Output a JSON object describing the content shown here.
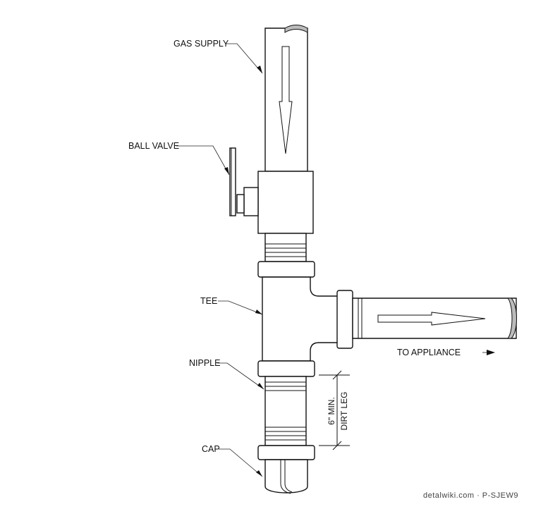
{
  "labels": {
    "gas_supply": "GAS SUPPLY",
    "ball_valve": "BALL VALVE",
    "tee": "TEE",
    "nipple": "NIPPLE",
    "cap": "CAP",
    "to_appliance": "TO APPLIANCE",
    "dim_6_min": "6\" MIN.",
    "dim_dirt_leg": "DIRT LEG"
  },
  "watermark": "detalwiki.com · P-SJEW9"
}
